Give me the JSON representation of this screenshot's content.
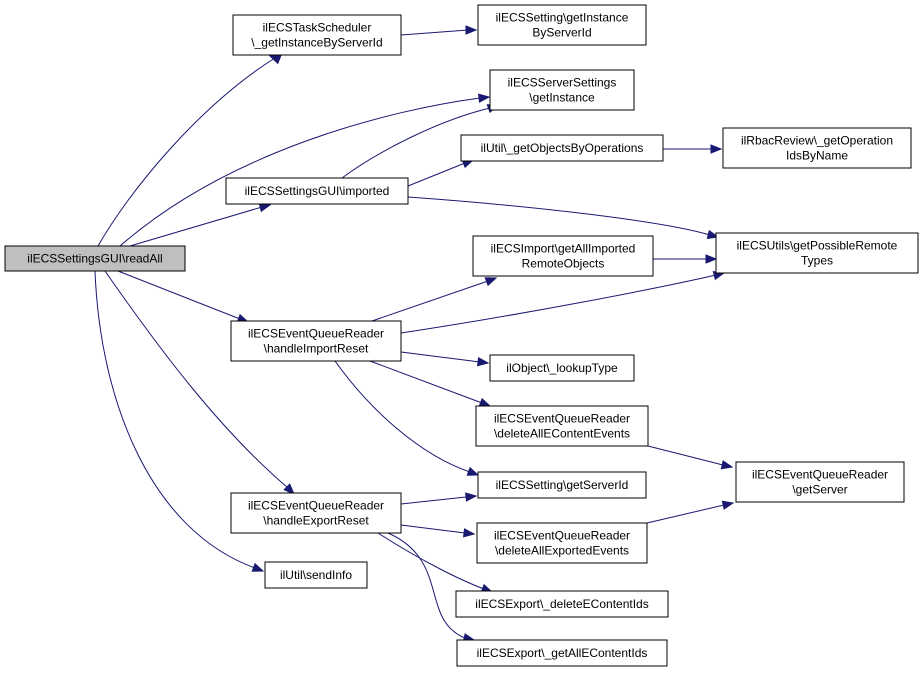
{
  "colors": {
    "edge": "#191970",
    "node_border": "#000000",
    "node_fill": "#ffffff",
    "root_fill": "#bfbfbf"
  },
  "nodes": {
    "readAll": [
      "ilECSSettingsGUI\\readAll"
    ],
    "taskScheduler": [
      "ilECSTaskScheduler",
      "\\_getInstanceByServerId"
    ],
    "settingGetInstance": [
      "ilECSSetting\\getInstance",
      "ByServerId"
    ],
    "serverSettings": [
      "ilECSServerSettings",
      "\\getInstance"
    ],
    "getObjectsByOps": [
      "ilUtil\\_getObjectsByOperations"
    ],
    "rbacReview": [
      "ilRbacReview\\_getOperation",
      "IdsByName"
    ],
    "imported": [
      "ilECSSettingsGUI\\imported"
    ],
    "possibleRemoteTypes": [
      "ilECSUtils\\getPossibleRemote",
      "Types"
    ],
    "importGetAll": [
      "ilECSImport\\getAllImported",
      "RemoteObjects"
    ],
    "handleImportReset": [
      "ilECSEventQueueReader",
      "\\handleImportReset"
    ],
    "lookupType": [
      "ilObject\\_lookupType"
    ],
    "deleteAllEContent": [
      "ilECSEventQueueReader",
      "\\deleteAllEContentEvents"
    ],
    "getServer": [
      "ilECSEventQueueReader",
      "\\getServer"
    ],
    "getServerId": [
      "ilECSSetting\\getServerId"
    ],
    "handleExportReset": [
      "ilECSEventQueueReader",
      "\\handleExportReset"
    ],
    "deleteAllExported": [
      "ilECSEventQueueReader",
      "\\deleteAllExportedEvents"
    ],
    "sendInfo": [
      "ilUtil\\sendInfo"
    ],
    "deleteEContentIds": [
      "ilECSExport\\_deleteEContentIds"
    ],
    "getAllEContentIds": [
      "ilECSExport\\_getAllEContentIds"
    ]
  }
}
